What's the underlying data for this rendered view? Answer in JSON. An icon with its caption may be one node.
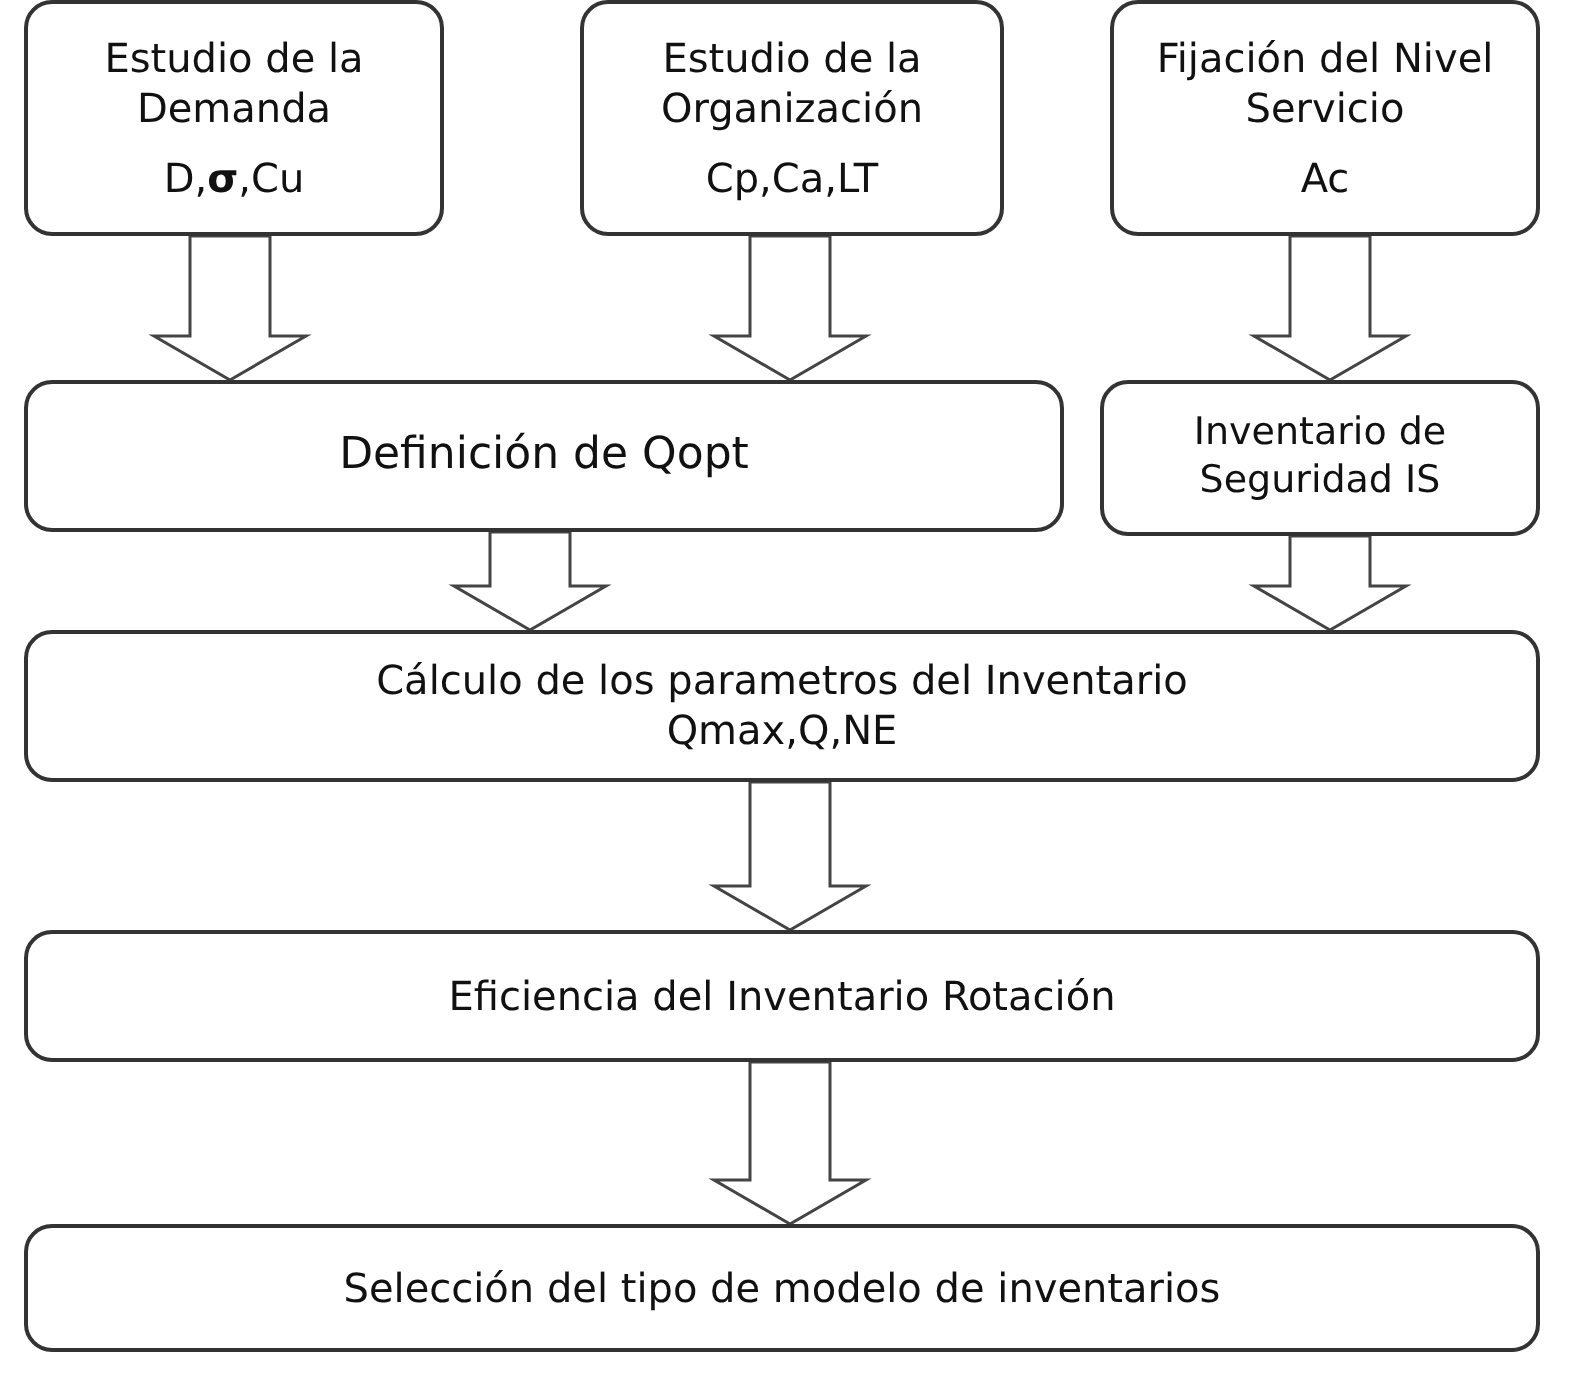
{
  "diagram": {
    "nodes": [
      {
        "text": [
          "Estudio de la Demanda",
          "D,**σ**,Cu"
        ]
      },
      {
        "text": [
          "Estudio de la Organización",
          "Cp,Ca,LT"
        ]
      },
      {
        "text": [
          "Fijación del Nivel Servicio",
          "Ac"
        ]
      },
      {
        "text": [
          "Definición de Qopt"
        ]
      },
      {
        "text": [
          "Inventario de Seguridad IS"
        ]
      },
      {
        "text": [
          "Cálculo de los parametros del Inventario",
          "Qmax,Q,NE"
        ]
      },
      {
        "text": [
          "Eficiencia del Inventario Rotación"
        ]
      },
      {
        "text": [
          "Selección del tipo de modelo de inventarios"
        ]
      }
    ],
    "edges": [
      {
        "from": 0,
        "to": 3,
        "arrow": "to"
      },
      {
        "from": 1,
        "to": 3,
        "arrow": "to"
      },
      {
        "from": 2,
        "to": 4,
        "arrow": "to"
      },
      {
        "from": 3,
        "to": 5,
        "arrow": "to"
      },
      {
        "from": 4,
        "to": 5,
        "arrow": "to"
      },
      {
        "from": 5,
        "to": 6,
        "arrow": "to"
      },
      {
        "from": 6,
        "to": 7,
        "arrow": "to"
      }
    ]
  }
}
